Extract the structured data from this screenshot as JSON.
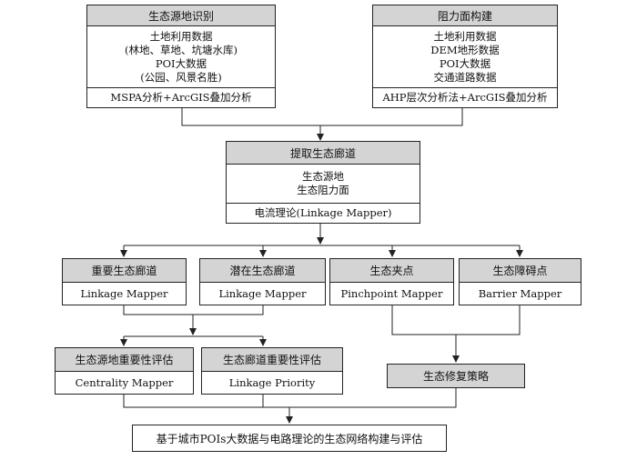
{
  "source_identification": {
    "title": "生态源地识别",
    "data_lines": [
      "土地利用数据",
      "(林地、草地、坑塘水库)",
      "POI大数据",
      "(公园、风景名胜)"
    ],
    "method": "MSPA分析+ArcGIS叠加分析"
  },
  "resistance_surface": {
    "title": "阻力面构建",
    "data_lines": [
      "土地利用数据",
      "DEM地形数据",
      "POI大数据",
      "交通道路数据"
    ],
    "method": "AHP层次分析法+ArcGIS叠加分析"
  },
  "corridor_extraction": {
    "title": "提取生态廊道",
    "inputs": [
      "生态源地",
      "生态阻力面"
    ],
    "method": "电流理论(Linkage Mapper)"
  },
  "outputs": [
    {
      "title": "重要生态廊道",
      "tool": "Linkage Mapper"
    },
    {
      "title": "潜在生态廊道",
      "tool": "Linkage Mapper"
    },
    {
      "title": "生态夹点",
      "tool": "Pinchpoint Mapper"
    },
    {
      "title": "生态障碍点",
      "tool": "Barrier Mapper"
    }
  ],
  "evaluations": [
    {
      "title": "生态源地重要性评估",
      "tool": "Centrality Mapper"
    },
    {
      "title": "生态廊道重要性评估",
      "tool": "Linkage Priority"
    }
  ],
  "restoration": {
    "title": "生态修复策略"
  },
  "conclusion": {
    "title": "基于城市POIs大数据与电路理论的生态网络构建与评估"
  }
}
